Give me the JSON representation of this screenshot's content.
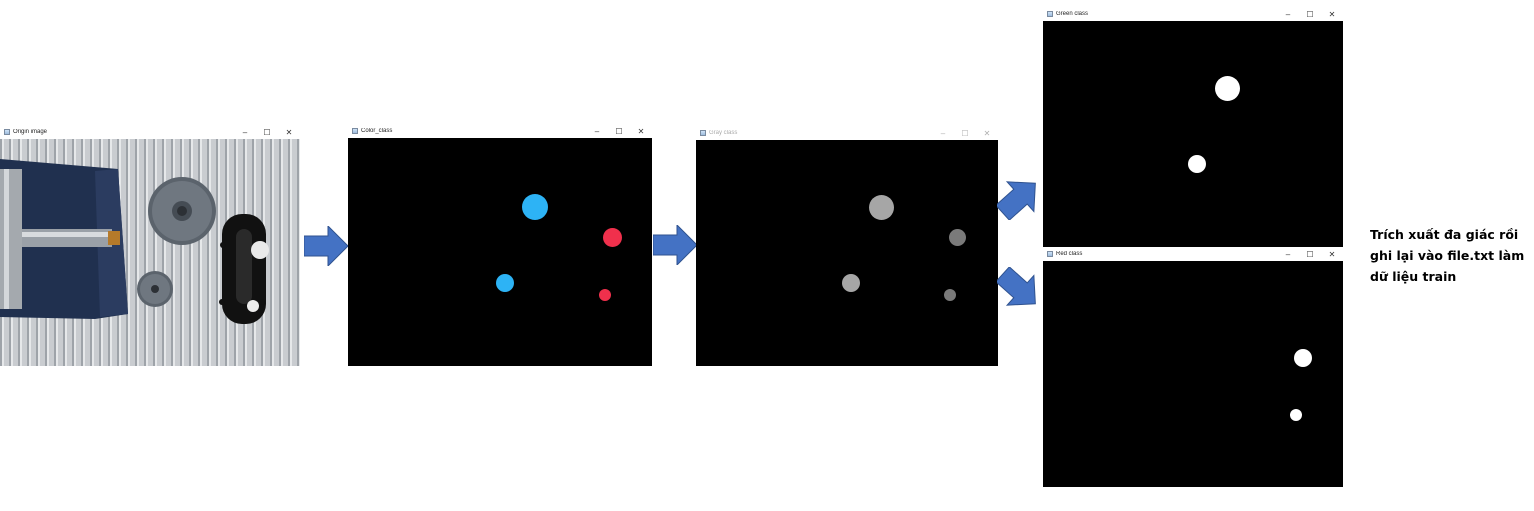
{
  "windows": {
    "origin": {
      "title": "Origin image"
    },
    "color": {
      "title": "Color_class"
    },
    "gray": {
      "title": "Gray class"
    },
    "green": {
      "title": "Green class"
    },
    "red": {
      "title": "Red class"
    }
  },
  "controls": {
    "minimize": "–",
    "maximize": "☐",
    "close": "✕"
  },
  "caption": {
    "line1": "Trích xuất đa giác rồi",
    "line2": "ghi lại vào file.txt làm",
    "line3": "dữ liệu train"
  },
  "colors": {
    "blue_dot": "#2db3f5",
    "red_dot": "#f0304c",
    "gray_light": "#a6a6a6",
    "gray_dark": "#7a7a7a",
    "arrow": "#4472c4"
  }
}
